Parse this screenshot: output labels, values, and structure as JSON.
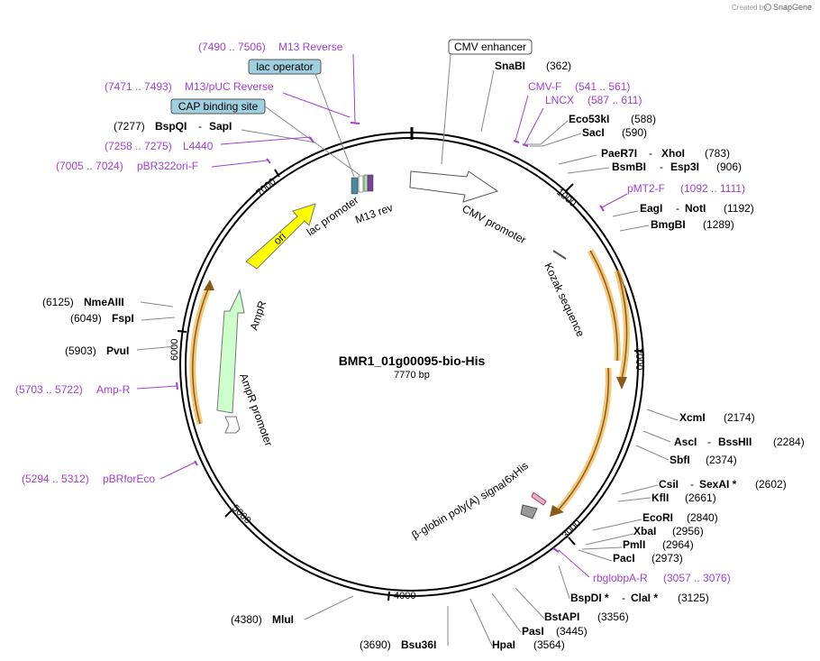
{
  "credit": "Created by",
  "app_name": "SnapGene",
  "plasmid": {
    "name": "BMR1_01g00095-bio-His",
    "length": "7770 bp"
  },
  "colors": {
    "primer": "#a040d0",
    "ori": "#ffff00",
    "ampr": "#ccffcc",
    "orf": "#f0b040",
    "lac_operator": "#a0d0e0"
  },
  "ticks": [
    "1000",
    "2000",
    "3000",
    "4000",
    "5000",
    "6000",
    "7000"
  ],
  "feature_labels": {
    "cmv_enhancer": "CMV enhancer",
    "lac_operator": "lac operator",
    "cap_site": "CAP binding site",
    "cmv_promoter": "CMV promoter",
    "kozak": "Kozak sequence",
    "his": "6xHis",
    "polya": "β-globin poly(A) signal",
    "ori": "ori",
    "lac_promoter": "lac promoter",
    "m13rev": "M13 rev",
    "ampr": "AmpR",
    "ampr_promoter": "AmpR promoter"
  },
  "enzymes": [
    {
      "name": "SnaBI",
      "pos": "(362)"
    },
    {
      "name": "Eco53kI",
      "pos": "(588)"
    },
    {
      "name": "SacI",
      "pos": "(590)"
    },
    {
      "name": "PaeR7I",
      "name2": "XhoI",
      "pos": "(783)"
    },
    {
      "name": "BsmBI",
      "name2": "Esp3I",
      "pos": "(906)"
    },
    {
      "name": "EagI",
      "name2": "NotI",
      "pos": "(1192)"
    },
    {
      "name": "BmgBI",
      "pos": "(1289)"
    },
    {
      "name": "XcmI",
      "pos": "(2174)"
    },
    {
      "name": "AscI",
      "name2": "BssHII",
      "pos": "(2284)"
    },
    {
      "name": "SbfI",
      "pos": "(2374)"
    },
    {
      "name": "CsiI",
      "name2": "SexAI *",
      "pos": "(2602)"
    },
    {
      "name": "KflI",
      "pos": "(2661)"
    },
    {
      "name": "EcoRI",
      "pos": "(2840)"
    },
    {
      "name": "XbaI",
      "pos": "(2956)"
    },
    {
      "name": "PmlI",
      "pos": "(2964)"
    },
    {
      "name": "PacI",
      "pos": "(2973)"
    },
    {
      "name": "BspDI *",
      "name2": "ClaI *",
      "pos": "(3125)"
    },
    {
      "name": "BstAPI",
      "pos": "(3356)"
    },
    {
      "name": "PasI",
      "pos": "(3445)"
    },
    {
      "name": "HpaI",
      "pos": "(3564)"
    },
    {
      "name": "Bsu36I",
      "pos": "(3690)"
    },
    {
      "name": "MluI",
      "pos": "(4380)"
    },
    {
      "name": "PvuI",
      "pos": "(5903)"
    },
    {
      "name": "FspI",
      "pos": "(6049)"
    },
    {
      "name": "NmeAIII",
      "pos": "(6125)"
    },
    {
      "name": "BspQI",
      "name2": "SapI",
      "pos": "(7277)"
    }
  ],
  "primers": [
    {
      "name": "M13 Reverse",
      "range": "(7490 .. 7506)"
    },
    {
      "name": "M13/pUC Reverse",
      "range": "(7471 .. 7493)"
    },
    {
      "name": "L4440",
      "range": "(7258 .. 7275)"
    },
    {
      "name": "pBR322ori-F",
      "range": "(7005 .. 7024)"
    },
    {
      "name": "Amp-R",
      "range": "(5703 .. 5722)"
    },
    {
      "name": "pBRforEco",
      "range": "(5294 .. 5312)"
    },
    {
      "name": "CMV-F",
      "range": "(541 .. 561)"
    },
    {
      "name": "LNCX",
      "range": "(587 .. 611)"
    },
    {
      "name": "pMT2-F",
      "range": "(1092 .. 1111)"
    },
    {
      "name": "rbglobpA-R",
      "range": "(3057 .. 3076)"
    }
  ]
}
